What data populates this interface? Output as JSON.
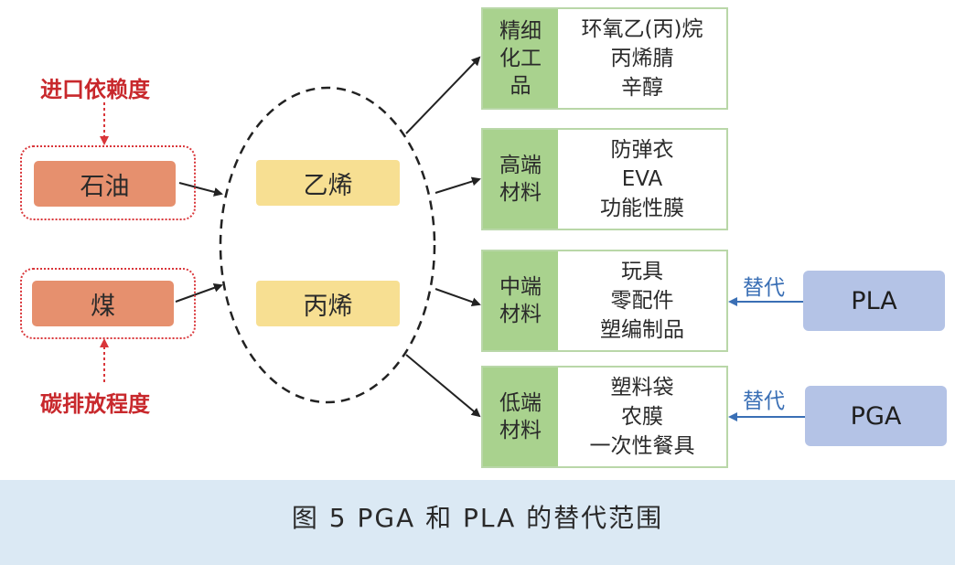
{
  "sources": {
    "import_dependency": "进口依赖度",
    "carbon_emission": "碳排放程度",
    "petroleum": "石油",
    "coal": "煤"
  },
  "products": {
    "ethylene": "乙烯",
    "propylene": "丙烯"
  },
  "categories": [
    {
      "head": "精细化工品",
      "items": [
        "环氧乙(丙)烷",
        "丙烯腈",
        "辛醇"
      ]
    },
    {
      "head": "高端材料",
      "items": [
        "防弹衣",
        "EVA",
        "功能性膜"
      ]
    },
    {
      "head": "中端材料",
      "items": [
        "玩具",
        "零配件",
        "塑编制品"
      ]
    },
    {
      "head": "低端材料",
      "items": [
        "塑料袋",
        "农膜",
        "一次性餐具"
      ]
    }
  ],
  "substitutes": [
    {
      "label": "替代",
      "name": "PLA"
    },
    {
      "label": "替代",
      "name": "PGA"
    }
  ],
  "caption": "图 5  PGA 和 PLA 的替代范围",
  "colors": {
    "source_fill": "#e6906e",
    "product_fill": "#f7df92",
    "category_head": "#a9d28e",
    "bio_fill": "#b4c3e6",
    "red_label": "#c8282c",
    "substitute_arrow": "#3a6fb5"
  }
}
